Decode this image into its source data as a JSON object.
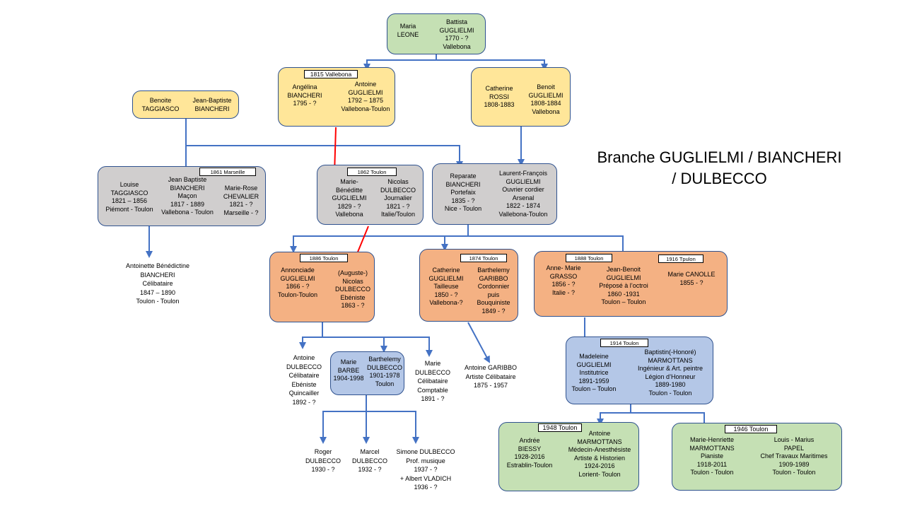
{
  "title": "Branche GUGLIELMI / BIANCHERI\n/ DULBECCO",
  "gen1": {
    "a": "Maria\nLEONE",
    "b": "Battista\nGUGLIELMI\n1770 - ?\nVallebona"
  },
  "gen2": {
    "left_label": "1815 Vallebona",
    "left_a": "Angélina\nBIANCHERI\n1795 - ?",
    "left_b": "Antoine\nGUGLIELMI\n1792 – 1875\nVallebona-Toulon",
    "right_a": "Catherine\nROSSI\n1808-1883",
    "right_b": "Benoit\nGUGLIELMI\n1808-1884\nVallebona",
    "side_a": "Benoite\nTAGGIASCO",
    "side_b": "Jean-Baptiste\nBIANCHERI"
  },
  "gen3": {
    "marseille_label": "1861 Marseille",
    "m_a": "Louise\nTAGGIASCO\n1821 – 1856\nPiémont - Toulon",
    "m_b": "Jean Baptiste\nBIANCHERI\nMaçon\n1817 - 1889\nVallebona - Toulon",
    "m_c": "Marie-Rose\nCHEVALIER\n1821 - ?\nMarseille - ?",
    "toulon_label": "1862 Toulon",
    "t_a": "Marie-\nBénéditte\nGUGLIELMI\n1829 - ?\nVallebona",
    "t_b": "Nicolas\nDULBECCO\nJournalier\n1821 - ?\nItalie/Toulon",
    "r_a": "Reparate\nBIANCHERI\nPortefaix\n1835 - ?\nNice - Toulon",
    "r_b": "Laurent-François\nGUGLIELMI\nOuvrier cordier\nArsenal\n1822 - 1874\nVallebona-Toulon",
    "antoinette": "Antoinette Bénédictine\nBIANCHERI\nCélibataire\n1847 – 1890\nToulon - Toulon"
  },
  "gen4": {
    "a_label": "1886 Toulon",
    "a_a": "Annonciade\nGUGLIELMI\n1866 - ?\nToulon-Toulon",
    "a_b": "(Auguste-)\nNicolas\nDULBECCO\nEbéniste\n1863 - ?",
    "b_label": "1874 Toulon",
    "b_a": "Catherine\nGUGLIELMI\nTailleuse\n1850 - ?\nVallebona-?",
    "b_b": "Barthelemy\nGARIBBO\nCordonnier\npuis\nBouquiniste\n1849 - ?",
    "c_label1": "1888 Toulon",
    "c_label2": "1916 Tpulon",
    "c_a": "Anne- Marie\nGRASSO\n1856 - ?\nItalie - ?",
    "c_b": "Jean-Benoit\nGUGLIELMI\nPréposé à l’octroi\n1860 -1931\nToulon – Toulon",
    "c_c": "Marie CANOLLE\n1855 - ?"
  },
  "gen5": {
    "antoine_d": "Antoine\nDULBECCO\nCélibataire\nEbéniste\nQuincailler\n1892 - ?",
    "mb_a": "Marie\nBARBE\n1904-1998",
    "mb_b": "Barthelemy\nDULBECCO\n1901-1978\nToulon",
    "marie_d": "Marie\nDULBECCO\nCélibataire\nComptable\n1891 - ?",
    "antoine_g": "Antoine GARIBBO\nArtiste Célibataire\n1875 - 1957",
    "mad_label": "1914 Toulon",
    "mad_a": "Madeleine\nGUGLIELMI\nInstitutrice\n1891-1959\nToulon – Toulon",
    "mad_b": "Baptistin(-Honoré)\nMARMOTTANS\nIngénieur & Art. peintre\nLégion d’Honneur\n1889-1980\nToulon - Toulon"
  },
  "gen6": {
    "roger": "Roger\nDULBECCO\n1930 - ?",
    "marcel": "Marcel\nDULBECCO\n1932 - ?",
    "simone": "Simone DULBECCO\nProf. musique\n1937 - ?\n+ Albert VLADICH\n1936 - ?",
    "and_label": "1948 Toulon",
    "and_a": "Andrée\nBIESSY\n1928-2016\nEstrablin-Toulon",
    "and_b": "Antoine\nMARMOTTANS\nMédecin-Anesthésiste\nArtiste & Historien\n1924-2016\nLorient- Toulon",
    "mh_label": "1946 Toulon",
    "mh_a": "Marie-Henriette\nMARMOTTANS\nPianiste\n1918-2011\nToulon - Toulon",
    "mh_b": "Louis - Marius\nPAPEL\nChef Travaux Maritimes\n1909-1989\nToulon - Toulon"
  },
  "colors": {
    "line": "#4472C4",
    "red": "#FF0000",
    "border": "#2F528F"
  }
}
